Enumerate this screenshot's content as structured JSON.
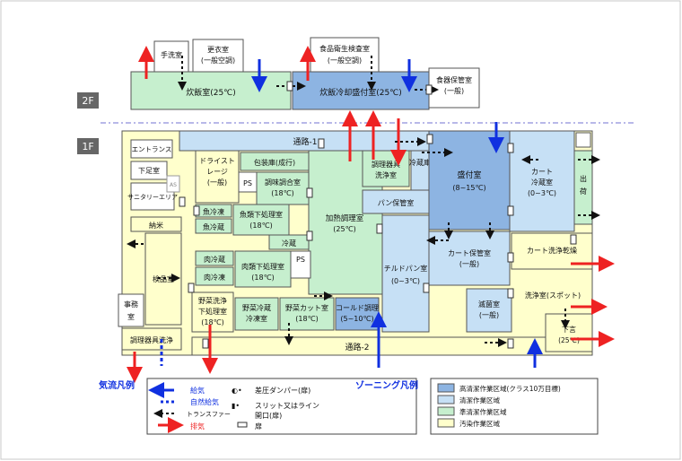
{
  "floors": {
    "f2": "2F",
    "f1": "1F"
  },
  "colors": {
    "high_clean": "#8db4e2",
    "clean": "#c6e0f5",
    "semi_clean": "#c6efce",
    "dirty": "#ffffcc",
    "white": "#ffffff",
    "supply": "#1030e0",
    "exhaust": "#ee2222",
    "line": "#555555",
    "divider": "#7070d0",
    "floor_tag": "#666666"
  },
  "rooms_2f": {
    "handwash": "手洗室",
    "locker_1": "更衣室",
    "locker_2": "(一般空調)",
    "rice_cook": "炊飯室(25℃)",
    "inspection_1": "食品衛生検査室",
    "inspection_2": "(一般空調)",
    "rice_cool": "炊飯冷却盛付室(25℃)",
    "dish_storage_1": "食器保管室",
    "dish_storage_2": "(一般)"
  },
  "rooms_1f": {
    "entrance": "エントランス",
    "shoe_room": "下足室",
    "sanitary": "サニタリーエリア",
    "as": "AS",
    "rice_delivery": "納米",
    "inspection": "検品室",
    "office_1": "事務",
    "office_2": "室",
    "utensil_wash": "調理器具洗浄",
    "corridor1": "通路-1",
    "corridor2": "通路-2",
    "dry_storage_1": "ドライスト",
    "dry_storage_2": "レージ",
    "dry_storage_3": "(一般)",
    "packaging": "包装庫(成行)",
    "ps": "PS",
    "seasoning_1": "調味調合室",
    "seasoning_2": "(18℃)",
    "fish_frozen": "魚冷凍",
    "fish_chilled": "魚冷蔵",
    "fish_prep_1": "魚類下処理室",
    "fish_prep_2": "(18℃)",
    "cold_store": "冷蔵",
    "meat_chilled": "肉冷蔵",
    "meat_frozen": "肉冷凍",
    "meat_prep_1": "肉類下処理室",
    "meat_prep_2": "(18℃)",
    "veg_wash_1": "野菜洗浄",
    "veg_wash_2": "下処理室",
    "veg_wash_3": "(18℃)",
    "veg_cold_1": "野菜冷蔵",
    "veg_cold_2": "冷凍室",
    "veg_cut_1": "野菜カット室",
    "veg_cut_2": "(18℃)",
    "cold_cook_1": "コールド調理",
    "cold_cook_2": "(5~10℃)",
    "heat_cook_1": "加熱調理室",
    "heat_cook_2": "(25℃)",
    "utensil_room_1": "調理器具",
    "utensil_room_2": "洗浄室",
    "chill_vertical": "冷蔵庫",
    "pan_storage": "パン保管室",
    "chilled_pan_1": "チルドパン室",
    "chilled_pan_2": "(0~3℃)",
    "plating_1": "盛付室",
    "plating_2": "(8~15℃)",
    "cart_cold_1": "カート",
    "cart_cold_2": "冷蔵室",
    "cart_cold_3": "(0~3℃)",
    "shipping_1": "出",
    "shipping_2": "荷",
    "cart_storage_1": "カート保管室",
    "cart_storage_2": "(一般)",
    "cart_dry": "カート洗浄乾燥",
    "sterile_1": "滅菌室",
    "sterile_2": "(一般)",
    "wash_spot": "洗浄室(スポット)",
    "room_25_1": "下言",
    "room_25_2": "(25℃)"
  },
  "legend_airflow": {
    "title": "気流凡例",
    "supply": "給気",
    "natural": "自然給気",
    "transfer": "トランスファー",
    "exhaust": "排気",
    "damper": "差圧ダンパー(扉)",
    "slit_1": "スリット又はライン",
    "slit_2": "開口(扉)",
    "door": "扉"
  },
  "legend_zoning": {
    "title": "ゾーニング凡例",
    "items": [
      {
        "label": "高清潔作業区域(クラス10万目標)",
        "color": "#8db4e2"
      },
      {
        "label": "清潔作業区域",
        "color": "#c6e0f5"
      },
      {
        "label": "準清潔作業区域",
        "color": "#c6efce"
      },
      {
        "label": "汚染作業区域",
        "color": "#ffffcc"
      }
    ]
  }
}
